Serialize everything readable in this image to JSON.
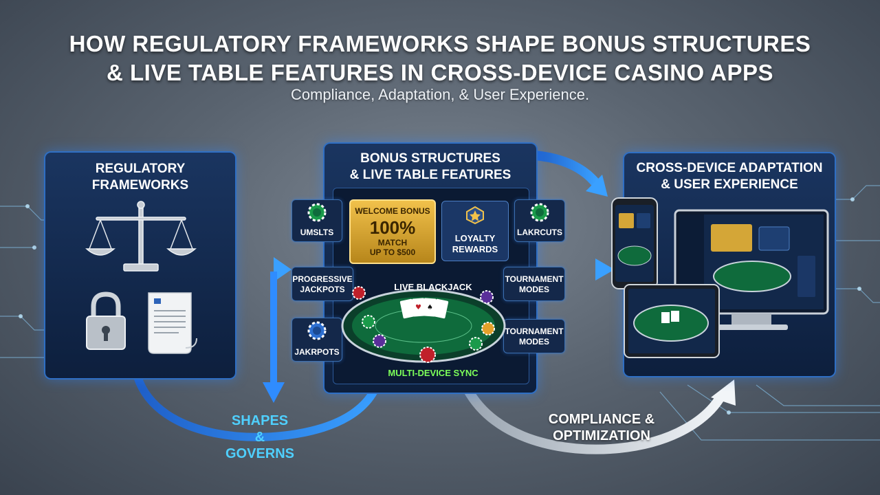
{
  "header": {
    "title_line1": "HOW REGULATORY FRAMEWORKS SHAPE BONUS STRUCTURES",
    "title_line2": "& LIVE TABLE FEATURES IN CROSS-DEVICE CASINO APPS",
    "subtitle": "Compliance, Adaptation, & User Experience."
  },
  "left_panel": {
    "title_line1": "REGULATORY",
    "title_line2": "FRAMEWORKS",
    "icons": [
      "scales-icon",
      "padlock-icon",
      "document-icon"
    ]
  },
  "middle_panel": {
    "title_line1": "BONUS STRUCTURES",
    "title_line2": "& LIVE TABLE FEATURES",
    "chip_left_top": "UMSLTS",
    "chip_right_top": "LAKRCUTS",
    "welcome_bonus": {
      "label": "WELCOME BONUS",
      "percent": "100%",
      "match": "MATCH",
      "limit": "UP TO $500"
    },
    "loyalty_line1": "LOYALTY",
    "loyalty_line2": "REWARDS",
    "progressive_line1": "PROGRESSIVE",
    "progressive_line2": "JACKPOTS",
    "tournament_top_line1": "TOURNAMENT",
    "tournament_top_line2": "MODES",
    "jackpots_bottom": "JAKRPOTS",
    "tournament_bottom_line1": "TOURNAMENT",
    "tournament_bottom_line2": "MODES",
    "live_table": "LIVE BLACKJACK",
    "sync": "MULTI-DEVICE SYNC"
  },
  "right_panel": {
    "title_line1": "CROSS-DEVICE ADAPTATION",
    "title_line2": "& USER EXPERIENCE"
  },
  "arrows": {
    "shapes_line1": "SHAPES",
    "shapes_line2": "& GOVERNS",
    "compliance_line1": "COMPLIANCE &",
    "compliance_line2": "OPTIMIZATION"
  },
  "colors": {
    "panel_border": "#2f6fc4",
    "arrow_blue": "#2f8cff",
    "arrow_silver": "#d6dce3",
    "shapes_label": "#4fd0ff",
    "bonus_gold": "#e6b43a",
    "felt_green": "#0f6b3c"
  }
}
